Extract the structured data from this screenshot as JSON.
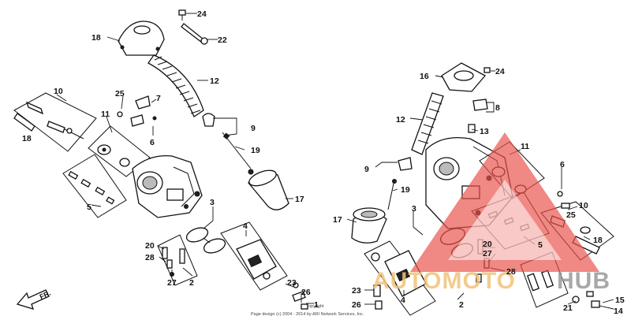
{
  "callouts": [
    {
      "id": "c24a",
      "text": "24"
    },
    {
      "id": "c18a",
      "text": "18"
    },
    {
      "id": "c22",
      "text": "22"
    },
    {
      "id": "c12a",
      "text": "12"
    },
    {
      "id": "c10a",
      "text": "10"
    },
    {
      "id": "c25a",
      "text": "25"
    },
    {
      "id": "c7",
      "text": "7"
    },
    {
      "id": "c11a",
      "text": "11"
    },
    {
      "id": "c6a",
      "text": "6"
    },
    {
      "id": "c18b",
      "text": "18"
    },
    {
      "id": "c9a",
      "text": "9"
    },
    {
      "id": "c19a",
      "text": "19"
    },
    {
      "id": "c17a",
      "text": "17"
    },
    {
      "id": "c5a",
      "text": "5"
    },
    {
      "id": "c3a",
      "text": "3"
    },
    {
      "id": "c4a",
      "text": "4"
    },
    {
      "id": "c20a",
      "text": "20"
    },
    {
      "id": "c28a",
      "text": "28"
    },
    {
      "id": "c27a",
      "text": "27"
    },
    {
      "id": "c2a",
      "text": "2"
    },
    {
      "id": "c23a",
      "text": "23"
    },
    {
      "id": "c26a",
      "text": "26"
    },
    {
      "id": "c1",
      "text": "1"
    },
    {
      "id": "c16",
      "text": "16"
    },
    {
      "id": "c24b",
      "text": "24"
    },
    {
      "id": "c8",
      "text": "8"
    },
    {
      "id": "c12b",
      "text": "12"
    },
    {
      "id": "c13",
      "text": "13"
    },
    {
      "id": "c11b",
      "text": "11"
    },
    {
      "id": "c9b",
      "text": "9"
    },
    {
      "id": "c19b",
      "text": "19"
    },
    {
      "id": "c6b",
      "text": "6"
    },
    {
      "id": "c17b",
      "text": "17"
    },
    {
      "id": "c3b",
      "text": "3"
    },
    {
      "id": "c25b",
      "text": "25"
    },
    {
      "id": "c10b",
      "text": "10"
    },
    {
      "id": "c18c",
      "text": "18"
    },
    {
      "id": "c20b",
      "text": "20"
    },
    {
      "id": "c27b",
      "text": "27"
    },
    {
      "id": "c5b",
      "text": "5"
    },
    {
      "id": "c28b",
      "text": "28"
    },
    {
      "id": "c23b",
      "text": "23"
    },
    {
      "id": "c26b",
      "text": "26"
    },
    {
      "id": "c4b",
      "text": "4"
    },
    {
      "id": "c2b",
      "text": "2"
    },
    {
      "id": "c21",
      "text": "21"
    },
    {
      "id": "c15",
      "text": "15"
    },
    {
      "id": "c14",
      "text": "14"
    }
  ],
  "direction_label": "FR.",
  "copyright": "Page design (c) 2004 - 2014 by ARI Network Services, Inc.",
  "copyright_short": "opyright",
  "watermark": {
    "text_a": "AUTOMOTO",
    "text_b": "HUB",
    "colors": {
      "triangle": "#e8504a",
      "text_a": "#f2c27a",
      "text_b": "#9a9a9a"
    }
  }
}
